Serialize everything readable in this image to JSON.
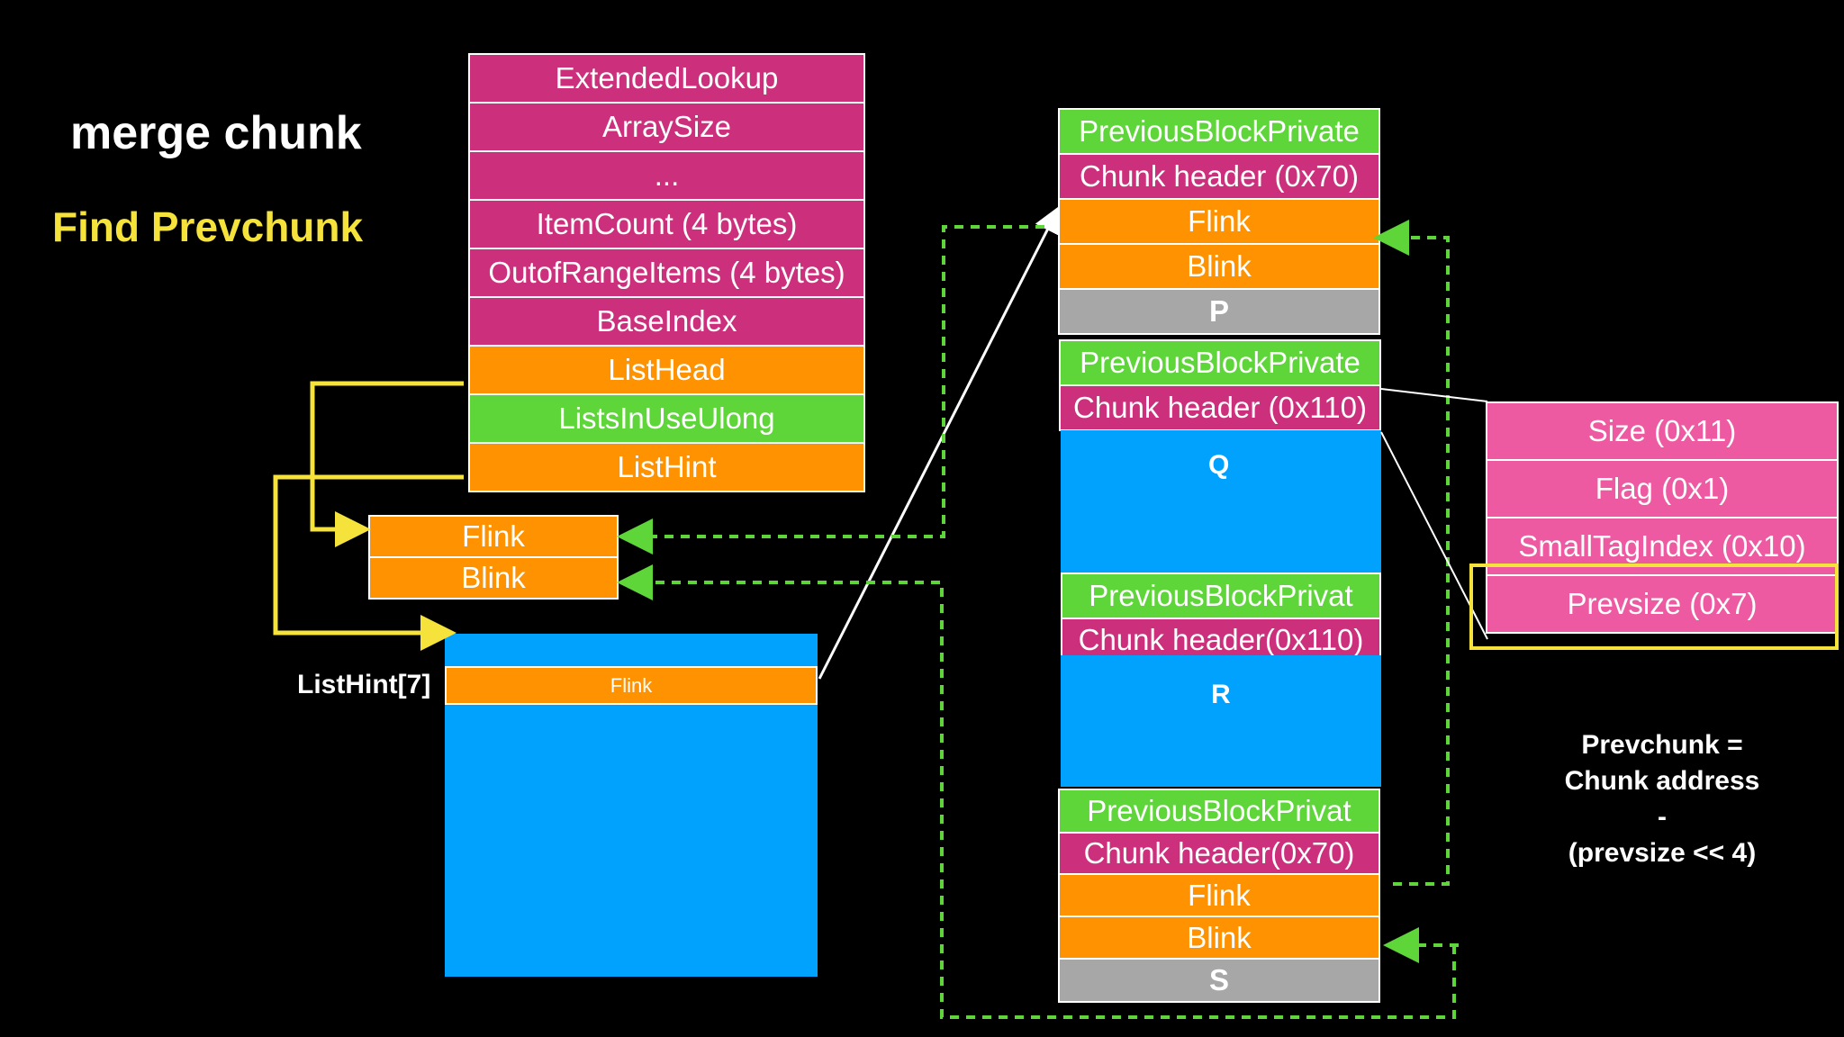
{
  "title": "merge chunk",
  "subtitle": "Find Prevchunk",
  "heap_fields": [
    "ExtendedLookup",
    "ArraySize",
    "...",
    "ItemCount (4 bytes)",
    "OutofRangeItems (4 bytes)",
    "BaseIndex",
    "ListHead",
    "ListsInUseUlong",
    "ListHint"
  ],
  "list_head_node": {
    "flink": "Flink",
    "blink": "Blink"
  },
  "list_hint": {
    "label": "ListHint[7]",
    "flink": "Flink"
  },
  "chunk_p": {
    "prev": "PreviousBlockPrivate",
    "header": "Chunk header (0x70)",
    "flink": "Flink",
    "blink": "Blink",
    "name": "P"
  },
  "chunk_q": {
    "prev": "PreviousBlockPrivate",
    "header": "Chunk header (0x110)",
    "name": "Q"
  },
  "chunk_r": {
    "prev": "PreviousBlockPrivat",
    "header": "Chunk header(0x110)",
    "name": "R"
  },
  "chunk_s": {
    "prev": "PreviousBlockPrivat",
    "header": "Chunk header(0x70)",
    "flink": "Flink",
    "blink": "Blink",
    "name": "S"
  },
  "header_detail": [
    "Size (0x11)",
    "Flag (0x1)",
    "SmallTagIndex (0x10)",
    "Prevsize (0x7)"
  ],
  "formula": [
    "Prevchunk =",
    "Chunk address",
    "-",
    "(prevsize << 4)"
  ],
  "colors": {
    "magenta": "#cc2f7c",
    "orange": "#fe9200",
    "green": "#5ed539",
    "gray": "#a7a7a7",
    "pink": "#ee5aa1",
    "blue": "#00a2fe",
    "yellow_arrow": "#f5e23b",
    "green_arrow": "#5ed539"
  }
}
